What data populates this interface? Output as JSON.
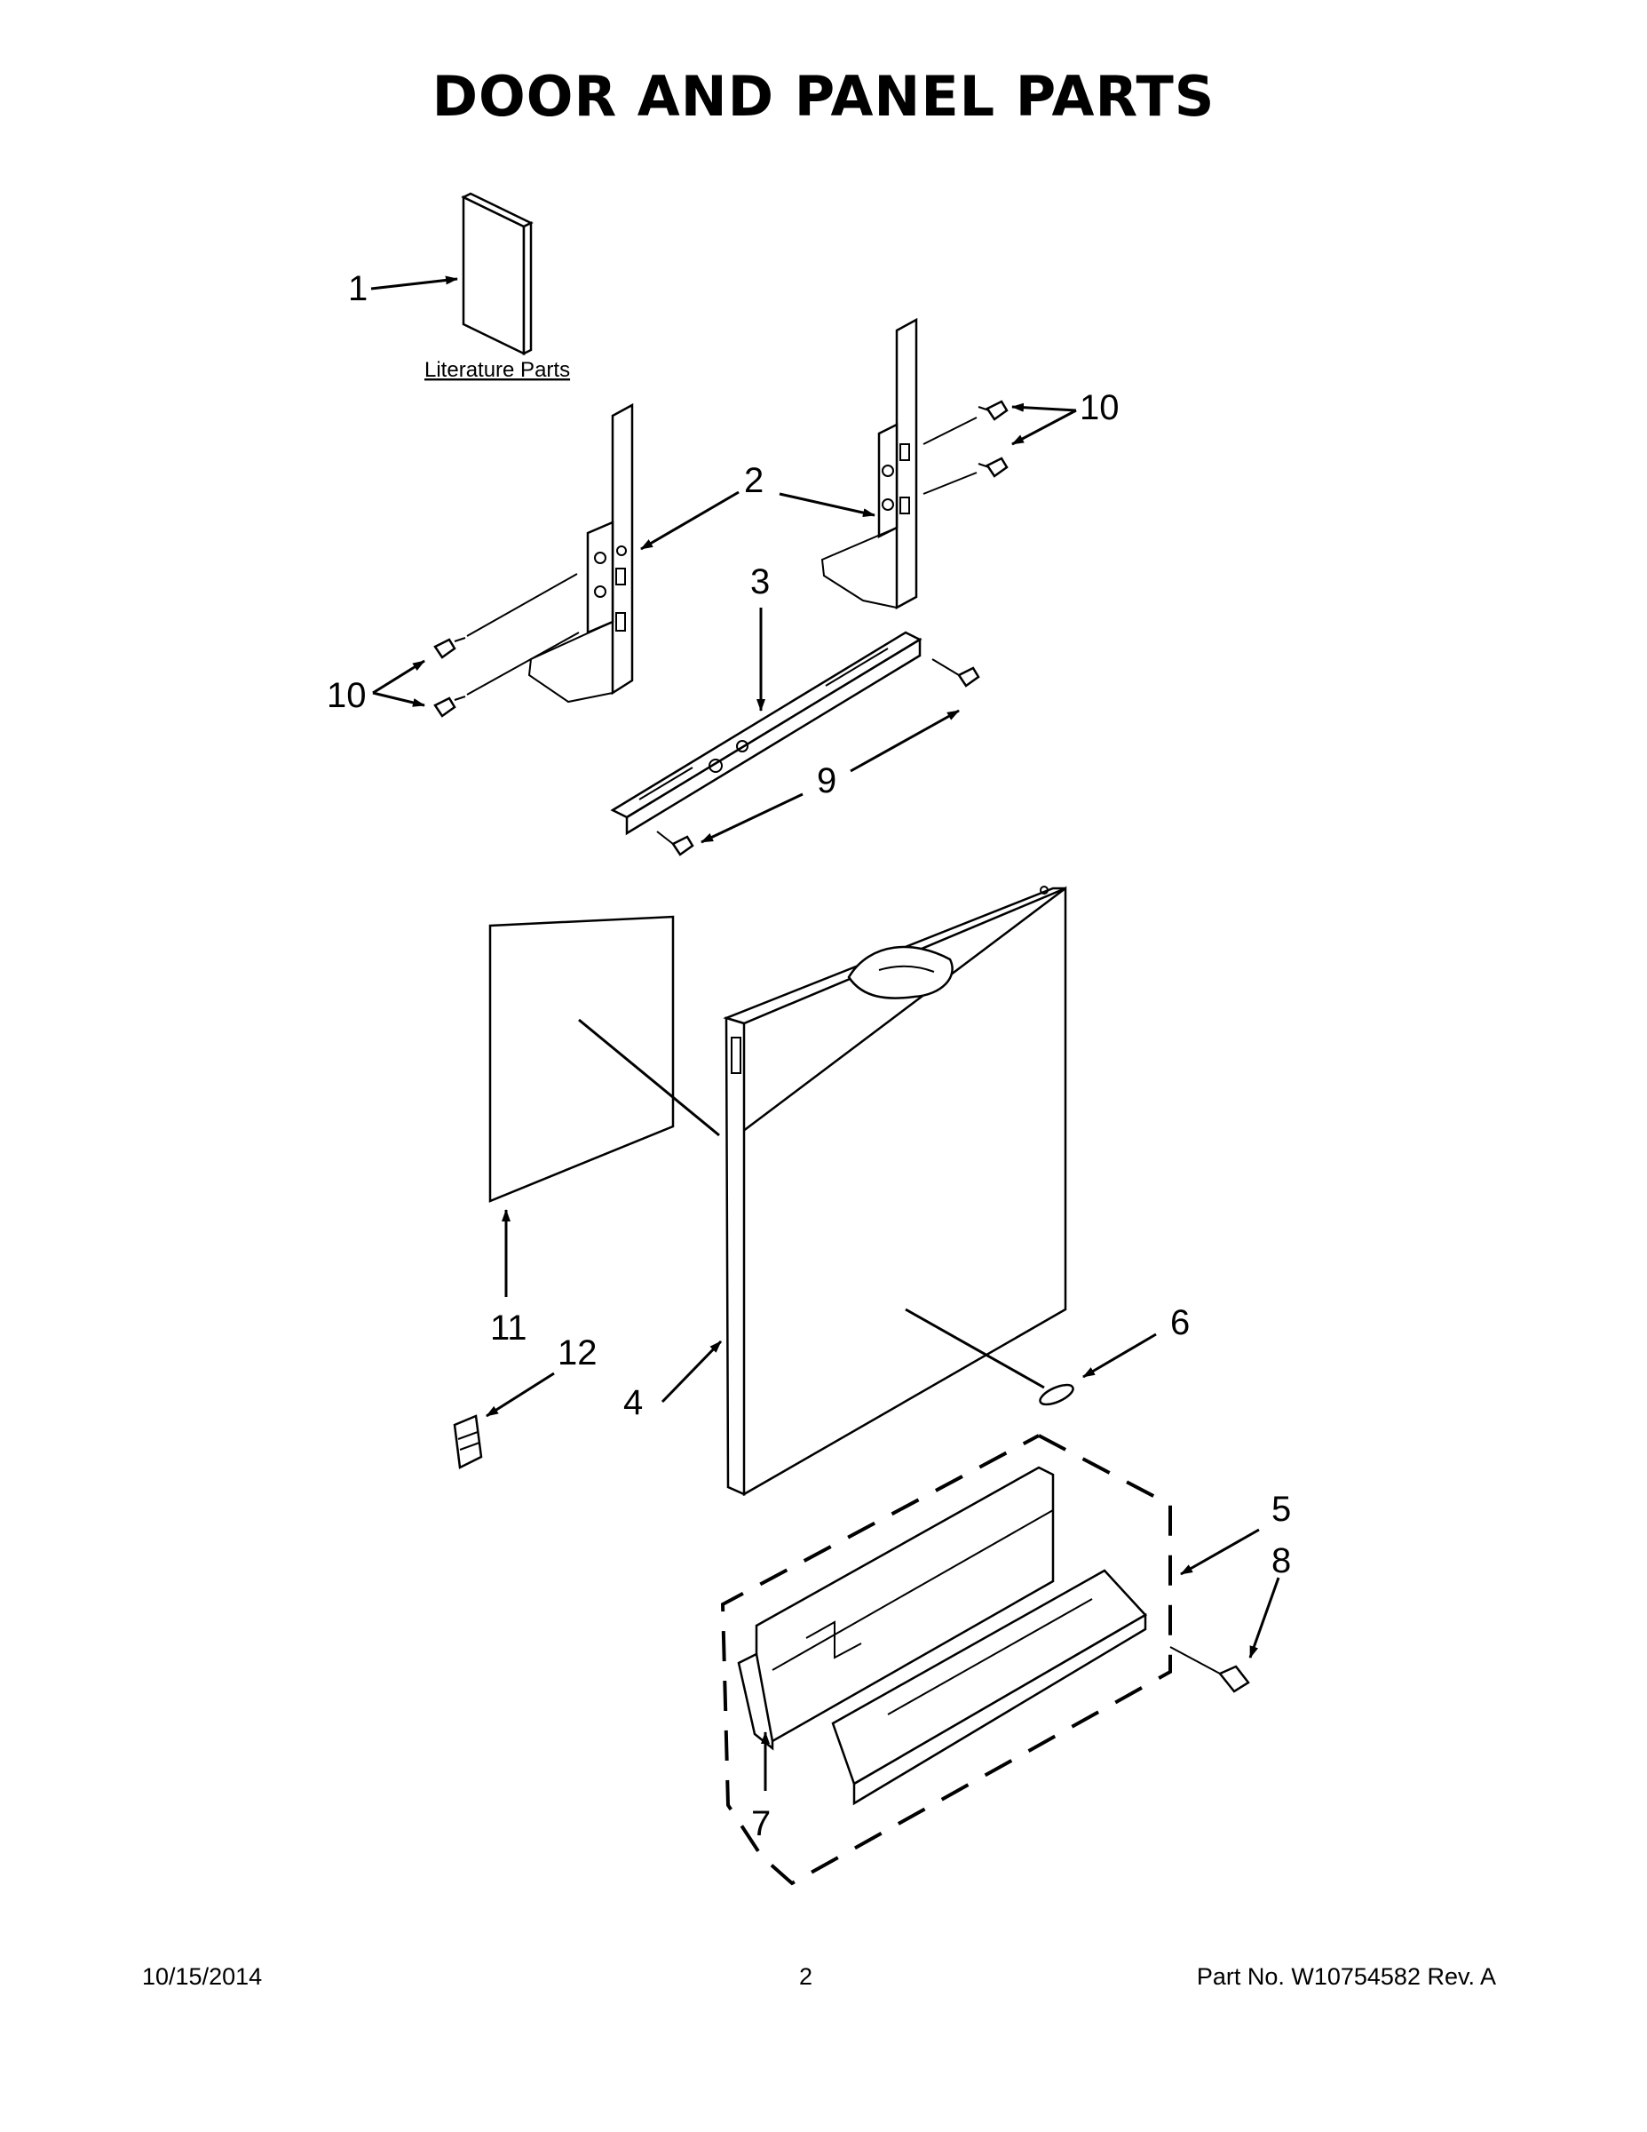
{
  "title": "DOOR AND PANEL PARTS",
  "literature_label": "Literature Parts",
  "callouts": {
    "c1": "1",
    "c2": "2",
    "c3": "3",
    "c4": "4",
    "c5": "5",
    "c6": "6",
    "c7": "7",
    "c8": "8",
    "c9": "9",
    "c10a": "10",
    "c10b": "10",
    "c11": "11",
    "c12": "12"
  },
  "footer": {
    "date": "10/15/2014",
    "page": "2",
    "part_number": "Part No.  W10754582  Rev.  A"
  }
}
